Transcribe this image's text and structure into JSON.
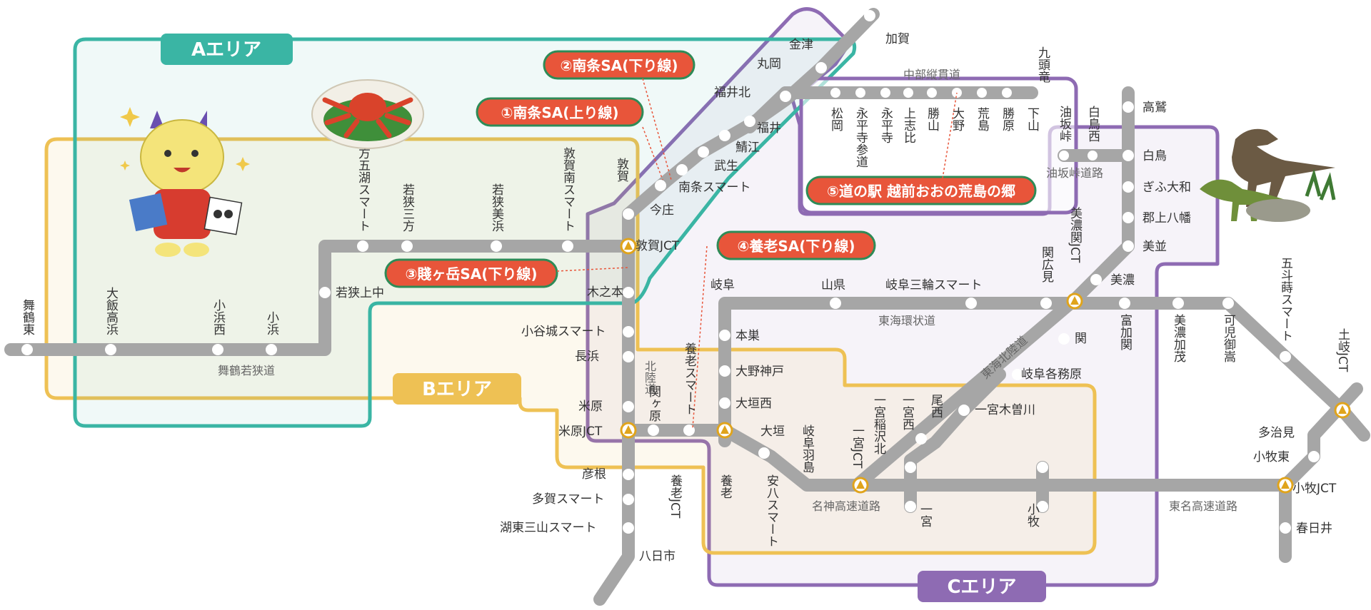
{
  "areas": {
    "a": "Aエリア",
    "b": "Bエリア",
    "c": "Cエリア"
  },
  "service_areas": [
    "①南条SA(上り線)",
    "②南条SA(下り線)",
    "③賤ヶ岳SA(下り線)",
    "④養老SA(下り線)",
    "⑤道の駅 越前おおの荒島の郷"
  ],
  "roads": [
    "舞鶴若狭道",
    "北陸道",
    "中部縦貫道",
    "油坂峠道路",
    "東海環状道",
    "東海北陸道",
    "名神高速道路",
    "東名高速道路"
  ],
  "stations": {
    "maizuru": [
      "舞鶴東",
      "大飯高浜",
      "小浜西",
      "小浜",
      "若狭上中",
      "三方五湖スマート",
      "若狭三方",
      "若狭美浜",
      "敦賀南スマート",
      "敦賀JCT"
    ],
    "hokuriku": [
      "加賀",
      "金津",
      "丸岡",
      "福井北",
      "福井",
      "鯖江",
      "武生",
      "南条スマート",
      "今庄",
      "敦賀",
      "木之本",
      "小谷城スマート",
      "長浜",
      "米原",
      "米原JCT",
      "彦根",
      "多賀スマート",
      "湖東三山スマート",
      "八日市"
    ],
    "chubu": [
      "九頭竜",
      "松岡",
      "永平寺参道",
      "永平寺",
      "上志比",
      "勝山",
      "大野",
      "荒島",
      "勝原",
      "下山"
    ],
    "aburazaka": [
      "油坂峠",
      "白鳥西"
    ],
    "tokai_hokuriku": [
      "高鷲",
      "白鳥",
      "ぎふ大和",
      "郡上八幡",
      "美並",
      "美濃",
      "美濃関JCT",
      "関",
      "岐阜各務原",
      "一宮木曽川",
      "尾西",
      "一宮西",
      "一宮稲沢北",
      "一宮JCT"
    ],
    "tokai_kanjo": [
      "岐阜",
      "山県",
      "岐阜三輪スマート",
      "関広見",
      "富加関",
      "美濃加茂",
      "可児御嵩",
      "五斗蒔スマート",
      "土岐JCT",
      "本巣",
      "大野神戸",
      "大垣西",
      "養老スマート",
      "養老JCT",
      "養老",
      "関ヶ原"
    ],
    "meishin": [
      "大垣",
      "安八スマート",
      "岐阜羽島",
      "一宮",
      "小牧",
      "小牧JCT"
    ],
    "tomei": [
      "多治見",
      "小牧東",
      "春日井"
    ]
  },
  "colors": {
    "area_a": "#3ab5a4",
    "area_b": "#eec154",
    "area_c": "#8e6bb3",
    "road": "#a6a6a6",
    "sa_fill": "#e8553a",
    "sa_border": "#2e8b57"
  },
  "icons": [
    "mascot-icon",
    "crab-icon",
    "dinosaur-icon",
    "jct-marker-icon"
  ]
}
